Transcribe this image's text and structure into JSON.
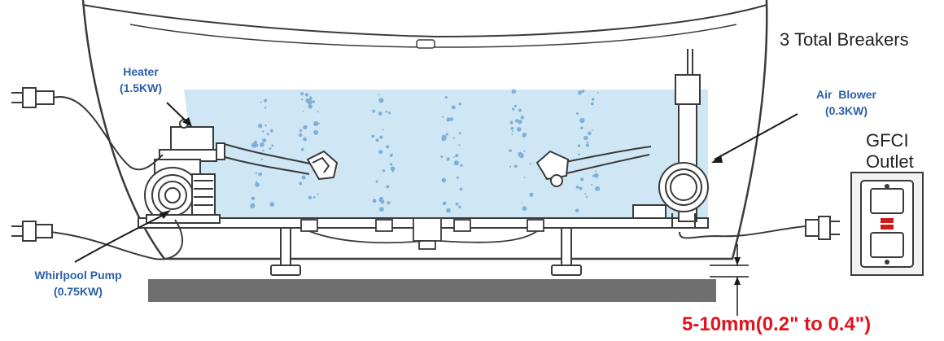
{
  "labels": {
    "heater_name": "Heater",
    "heater_power": "(1.5KW)",
    "whirlpool_name": "Whirlpool Pump",
    "whirlpool_power": "(0.75KW)",
    "blower_name": "Air  Blower",
    "blower_power": "(0.3KW)",
    "breakers": "3 Total Breakers",
    "gfci_line1": "GFCI",
    "gfci_line2": "Outlet",
    "gap": "5-10mm(0.2\" to 0.4\")"
  },
  "colors": {
    "label_blue": "#2a5fa8",
    "water": "#cfe6f4",
    "bubble": "#7fb0d8",
    "floor": "#6f6f6f",
    "gap_red": "#e0141e",
    "line": "#3a3a3a",
    "outlet_red": "#d01a1a"
  },
  "icons": [
    "power-plug-icon",
    "heater-icon",
    "whirlpool-pump-icon",
    "air-blower-icon",
    "gfci-outlet-icon",
    "jet-nozzle-icon"
  ]
}
